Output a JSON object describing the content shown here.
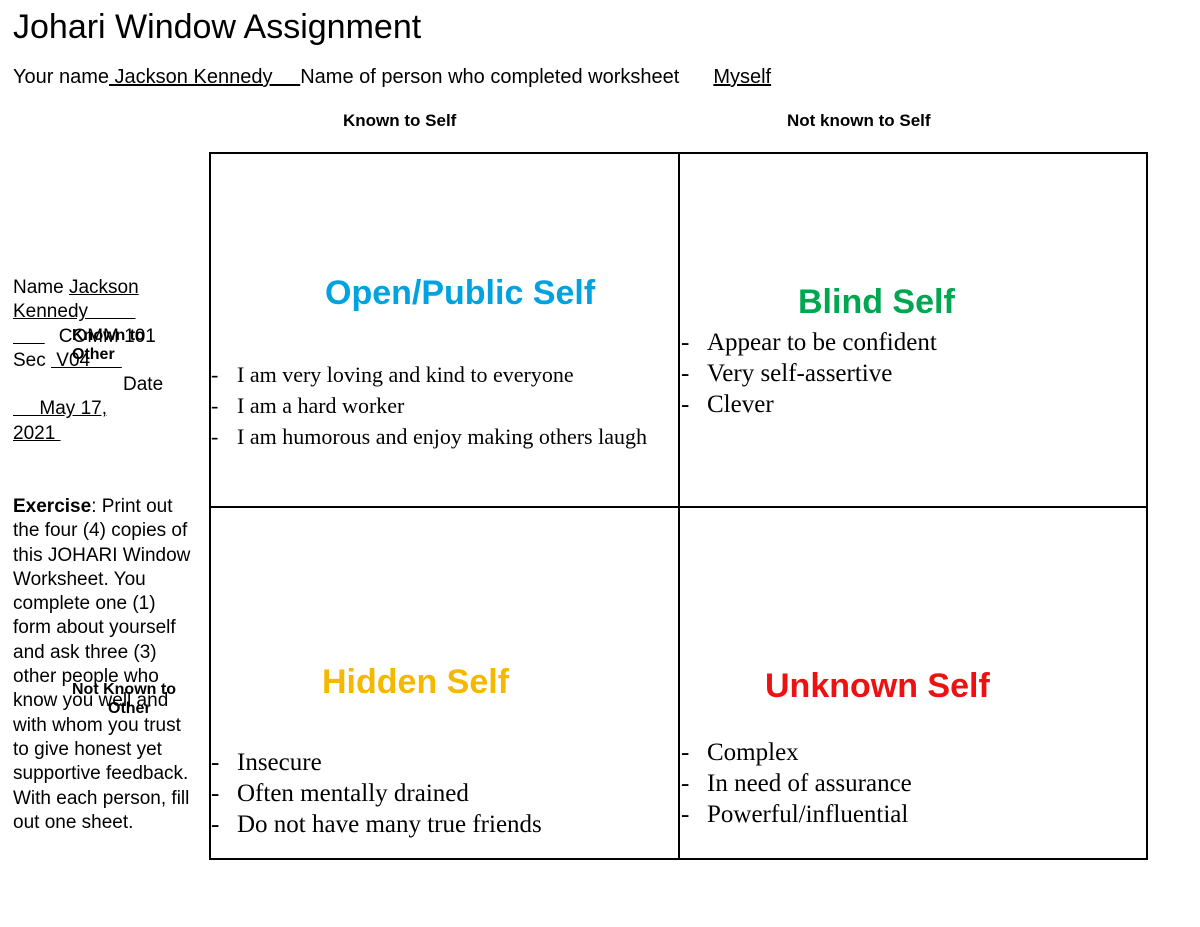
{
  "header": {
    "title": "Johari Window Assignment",
    "your_name_label": "Your name",
    "your_name_value": " Jackson Kennedy     ",
    "completed_by_label": "Name of person who completed worksheet",
    "completed_by_value": "Myself"
  },
  "columns": {
    "known": "Known to Self",
    "not_known": "Not known to Self"
  },
  "sidebar": {
    "name_label": "Name ",
    "name_value_1": "Jackson",
    "name_value_2": "Kennedy         ",
    "course_blank": "      ",
    "course": "COMM 101",
    "sec_label": "Sec ",
    "sec_value": " V04      ",
    "date_label": "Date",
    "date_value_1": "     May 17,",
    "date_value_2": "2021 ",
    "exercise_label": "Exercise",
    "exercise_text": ": Print out the four (4) copies of this JOHARI Window Worksheet. You complete one (1) form about yourself and ask three (3) other people who know you well and with whom you trust to give honest yet supportive feedback. With each person, fill out one sheet.",
    "known_to_other_1": "Known to",
    "known_to_other_2": "Other",
    "not_known_to_other_1": "Not Known to",
    "not_known_to_other_2": "Other"
  },
  "quadrants": {
    "open": {
      "title": "Open/Public Self",
      "color": "#00a3e0",
      "items": [
        "I am very loving and kind to everyone",
        "I am a hard worker",
        "I am humorous and enjoy making others laugh"
      ]
    },
    "blind": {
      "title": "Blind Self",
      "color": "#00a650",
      "items": [
        "Appear to be confident",
        "Very self-assertive",
        "Clever"
      ]
    },
    "hidden": {
      "title": "Hidden Self",
      "color": "#f5b800",
      "items": [
        "Insecure",
        "Often mentally drained",
        "Do not have many true friends"
      ]
    },
    "unknown": {
      "title": "Unknown Self",
      "color": "#ee1111",
      "items": [
        "Complex",
        "In need of assurance",
        "Powerful/influential"
      ]
    }
  }
}
